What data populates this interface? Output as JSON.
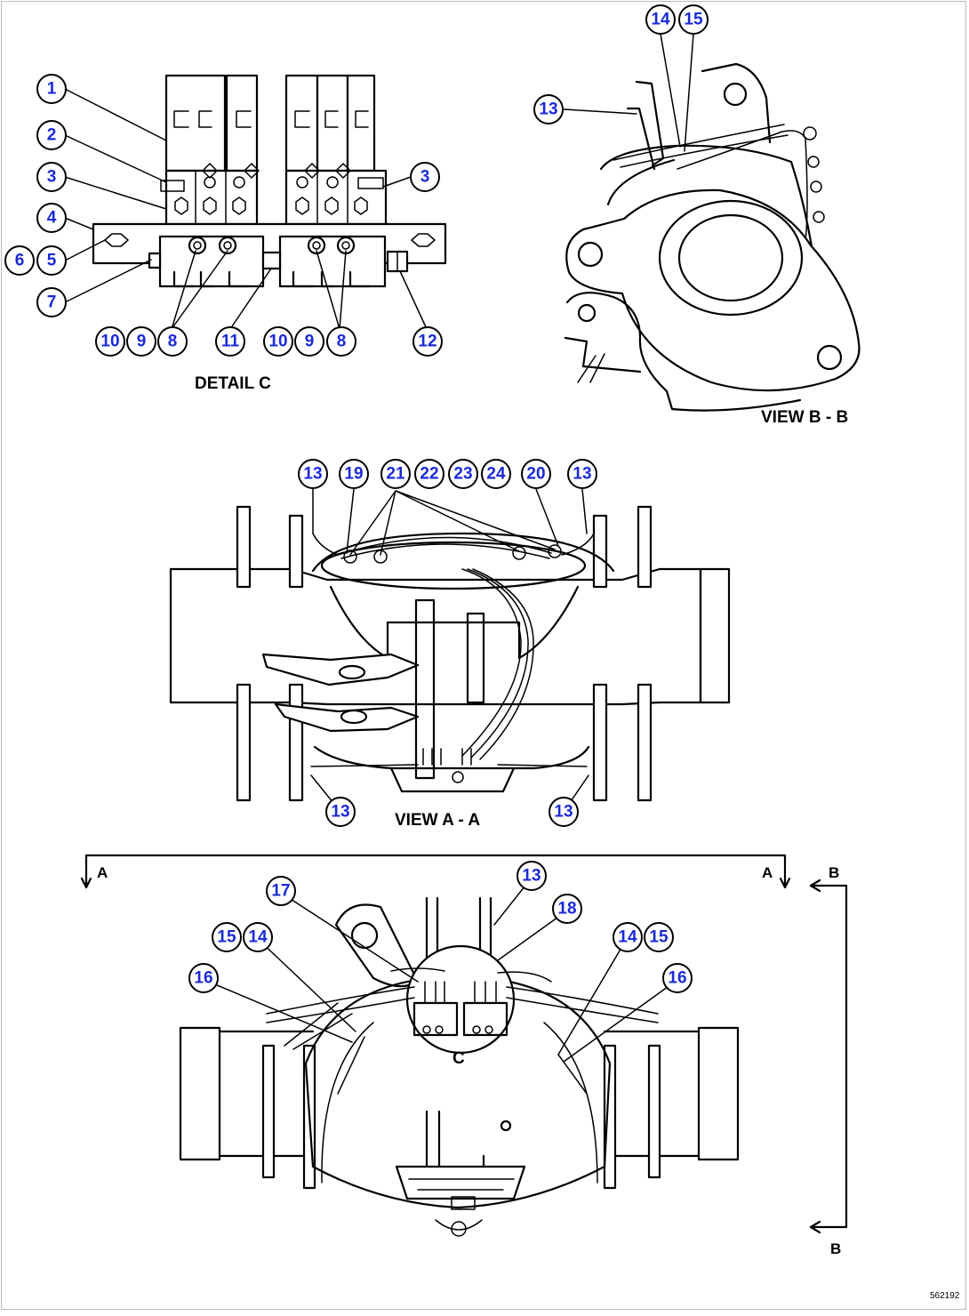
{
  "captions": {
    "detail_c": "DETAIL C",
    "view_bb": "VIEW B - B",
    "view_aa": "VIEW  A - A",
    "detail_c_marker": "C",
    "section_a_left": "A",
    "section_a_right": "A",
    "section_b_top": "B",
    "section_b_bottom": "B",
    "drawing_number": "562192"
  },
  "callouts": {
    "d1": "1",
    "d2": "2",
    "d3a": "3",
    "d3b": "3",
    "d4": "4",
    "d5": "5",
    "d6": "6",
    "d7": "7",
    "d10a": "10",
    "d9a": "9",
    "d8a": "8",
    "d11": "11",
    "d10b": "10",
    "d9b": "9",
    "d8b": "8",
    "d12": "12",
    "b14": "14",
    "b15": "15",
    "b13": "13",
    "a13a": "13",
    "a19": "19",
    "a21": "21",
    "a22": "22",
    "a23": "23",
    "a24": "24",
    "a20": "20",
    "a13b": "13",
    "a13c": "13",
    "a13d": "13",
    "m13": "13",
    "m17": "17",
    "m18": "18",
    "m15a": "15",
    "m14a": "14",
    "m14b": "14",
    "m15b": "15",
    "m16a": "16",
    "m16b": "16"
  }
}
